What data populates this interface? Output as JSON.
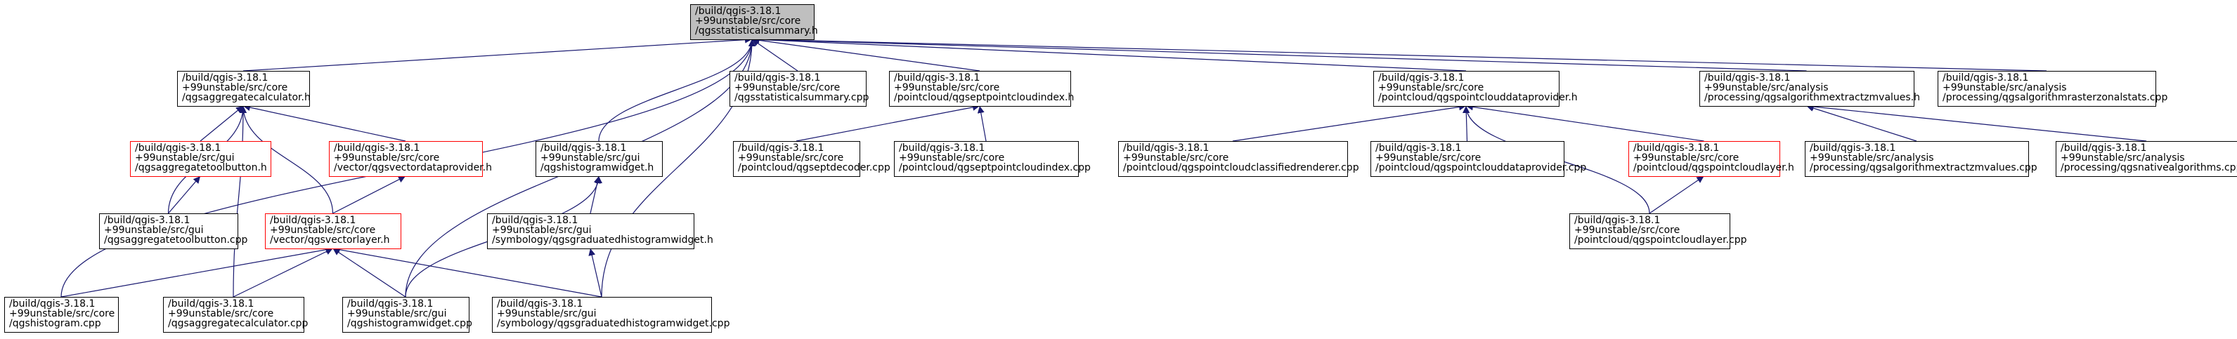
{
  "colors": {
    "edge": "#191970",
    "border": "#000000",
    "border_incomplete": "#ff0000",
    "root_fill": "#bfbfbf",
    "node_fill": "#ffffff"
  },
  "nodes": [
    {
      "id": "root",
      "lines": [
        "/build/qgis-3.18.1",
        "+99unstable/src/core",
        "/qgsstatisticalsummary.h"
      ],
      "style": "root"
    },
    {
      "id": "aggcalc_h",
      "lines": [
        "/build/qgis-3.18.1",
        "+99unstable/src/core",
        "/qgsaggregatecalculator.h"
      ],
      "style": "normal"
    },
    {
      "id": "statsum_cpp",
      "lines": [
        "/build/qgis-3.18.1",
        "+99unstable/src/core",
        "/qgsstatisticalsummary.cpp"
      ],
      "style": "normal"
    },
    {
      "id": "copcidx_h",
      "lines": [
        "/build/qgis-3.18.1",
        "+99unstable/src/core",
        "/pointcloud/qgseptpointcloudindex.h"
      ],
      "style": "normal"
    },
    {
      "id": "pcprov_h",
      "lines": [
        "/build/qgis-3.18.1",
        "+99unstable/src/core",
        "/pointcloud/qgspointclouddataprovider.h"
      ],
      "style": "normal"
    },
    {
      "id": "extractzm_h",
      "lines": [
        "/build/qgis-3.18.1",
        "+99unstable/src/analysis",
        "/processing/qgsalgorithmextractzmvalues.h"
      ],
      "style": "normal"
    },
    {
      "id": "rasterzonal_cpp",
      "lines": [
        "/build/qgis-3.18.1",
        "+99unstable/src/analysis",
        "/processing/qgsalgorithmrasterzonalstats.cpp"
      ],
      "style": "normal"
    },
    {
      "id": "aggtoolbtn_h",
      "lines": [
        "/build/qgis-3.18.1",
        "+99unstable/src/gui",
        "/qgsaggregatetoolbutton.h"
      ],
      "style": "incomplete"
    },
    {
      "id": "vecprov_h",
      "lines": [
        "/build/qgis-3.18.1",
        "+99unstable/src/core",
        "/vector/qgsvectordataprovider.h"
      ],
      "style": "incomplete"
    },
    {
      "id": "histwidget_h",
      "lines": [
        "/build/qgis-3.18.1",
        "+99unstable/src/gui",
        "/qgshistogramwidget.h"
      ],
      "style": "normal"
    },
    {
      "id": "eptdecoder_cpp",
      "lines": [
        "/build/qgis-3.18.1",
        "+99unstable/src/core",
        "/pointcloud/qgseptdecoder.cpp"
      ],
      "style": "normal"
    },
    {
      "id": "eptidx_cpp",
      "lines": [
        "/build/qgis-3.18.1",
        "+99unstable/src/core",
        "/pointcloud/qgseptpointcloudindex.cpp"
      ],
      "style": "normal"
    },
    {
      "id": "pcclassrend_cpp",
      "lines": [
        "/build/qgis-3.18.1",
        "+99unstable/src/core",
        "/pointcloud/qgspointcloudclassifiedrenderer.cpp"
      ],
      "style": "normal"
    },
    {
      "id": "pcprov_cpp",
      "lines": [
        "/build/qgis-3.18.1",
        "+99unstable/src/core",
        "/pointcloud/qgspointclouddataprovider.cpp"
      ],
      "style": "normal"
    },
    {
      "id": "pclayer_h",
      "lines": [
        "/build/qgis-3.18.1",
        "+99unstable/src/core",
        "/pointcloud/qgspointcloudlayer.h"
      ],
      "style": "incomplete"
    },
    {
      "id": "extractzm_cpp",
      "lines": [
        "/build/qgis-3.18.1",
        "+99unstable/src/analysis",
        "/processing/qgsalgorithmextractzmvalues.cpp"
      ],
      "style": "normal"
    },
    {
      "id": "nativealg_cpp",
      "lines": [
        "/build/qgis-3.18.1",
        "+99unstable/src/analysis",
        "/processing/qgsnativealgorithms.cpp"
      ],
      "style": "normal"
    },
    {
      "id": "aggtoolbtn_cpp",
      "lines": [
        "/build/qgis-3.18.1",
        "+99unstable/src/gui",
        "/qgsaggregatetoolbutton.cpp"
      ],
      "style": "normal"
    },
    {
      "id": "veclayer_h",
      "lines": [
        "/build/qgis-3.18.1",
        "+99unstable/src/core",
        "/vector/qgsvectorlayer.h"
      ],
      "style": "incomplete"
    },
    {
      "id": "gradhist_h",
      "lines": [
        "/build/qgis-3.18.1",
        "+99unstable/src/gui",
        "/symbology/qgsgraduatedhistogramwidget.h"
      ],
      "style": "normal"
    },
    {
      "id": "pclayer_cpp",
      "lines": [
        "/build/qgis-3.18.1",
        "+99unstable/src/core",
        "/pointcloud/qgspointcloudlayer.cpp"
      ],
      "style": "normal"
    },
    {
      "id": "hist_cpp",
      "lines": [
        "/build/qgis-3.18.1",
        "+99unstable/src/core",
        "/qgshistogram.cpp"
      ],
      "style": "normal"
    },
    {
      "id": "aggcalc_cpp",
      "lines": [
        "/build/qgis-3.18.1",
        "+99unstable/src/core",
        "/qgsaggregatecalculator.cpp"
      ],
      "style": "normal"
    },
    {
      "id": "histwidget_cpp",
      "lines": [
        "/build/qgis-3.18.1",
        "+99unstable/src/gui",
        "/qgshistogramwidget.cpp"
      ],
      "style": "normal"
    },
    {
      "id": "gradhist_cpp",
      "lines": [
        "/build/qgis-3.18.1",
        "+99unstable/src/gui",
        "/symbology/qgsgraduatedhistogramwidget.cpp"
      ],
      "style": "normal"
    }
  ],
  "edges": [
    {
      "from": "aggcalc_h",
      "to": "root"
    },
    {
      "from": "statsum_cpp",
      "to": "root"
    },
    {
      "from": "copcidx_h",
      "to": "root"
    },
    {
      "from": "pcprov_h",
      "to": "root"
    },
    {
      "from": "extractzm_h",
      "to": "root"
    },
    {
      "from": "rasterzonal_cpp",
      "to": "root"
    },
    {
      "from": "histwidget_h",
      "to": "root"
    },
    {
      "from": "hist_cpp",
      "to": "root"
    },
    {
      "from": "histwidget_cpp",
      "to": "root"
    },
    {
      "from": "gradhist_cpp",
      "to": "root"
    },
    {
      "from": "aggtoolbtn_h",
      "to": "aggcalc_h"
    },
    {
      "from": "vecprov_h",
      "to": "aggcalc_h"
    },
    {
      "from": "aggtoolbtn_cpp",
      "to": "aggcalc_h"
    },
    {
      "from": "veclayer_h",
      "to": "aggcalc_h"
    },
    {
      "from": "aggcalc_cpp",
      "to": "aggcalc_h"
    },
    {
      "from": "aggtoolbtn_cpp",
      "to": "aggtoolbtn_h"
    },
    {
      "from": "veclayer_h",
      "to": "vecprov_h"
    },
    {
      "from": "hist_cpp",
      "to": "veclayer_h"
    },
    {
      "from": "aggcalc_cpp",
      "to": "veclayer_h"
    },
    {
      "from": "histwidget_cpp",
      "to": "veclayer_h"
    },
    {
      "from": "gradhist_cpp",
      "to": "veclayer_h"
    },
    {
      "from": "gradhist_h",
      "to": "histwidget_h"
    },
    {
      "from": "histwidget_cpp",
      "to": "histwidget_h"
    },
    {
      "from": "gradhist_cpp",
      "to": "gradhist_h"
    },
    {
      "from": "eptdecoder_cpp",
      "to": "copcidx_h"
    },
    {
      "from": "eptidx_cpp",
      "to": "copcidx_h"
    },
    {
      "from": "pcclassrend_cpp",
      "to": "pcprov_h"
    },
    {
      "from": "pcprov_cpp",
      "to": "pcprov_h"
    },
    {
      "from": "pclayer_h",
      "to": "pcprov_h"
    },
    {
      "from": "pclayer_cpp",
      "to": "pcprov_h"
    },
    {
      "from": "pclayer_cpp",
      "to": "pclayer_h"
    },
    {
      "from": "extractzm_cpp",
      "to": "extractzm_h"
    },
    {
      "from": "nativealg_cpp",
      "to": "extractzm_h"
    }
  ]
}
